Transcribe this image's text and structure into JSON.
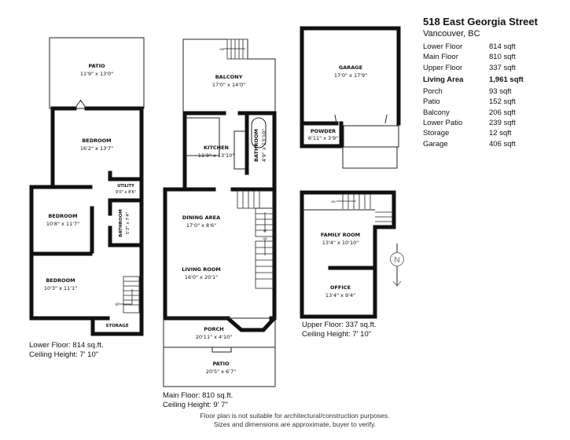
{
  "summary": {
    "address": "518 East Georgia Street",
    "city": "Vancouver, BC",
    "areas": [
      {
        "label": "Lower Floor",
        "value": "814 sqft"
      },
      {
        "label": "Main Floor",
        "value": "810 sqft"
      },
      {
        "label": "Upper Floor",
        "value": "337 sqft"
      }
    ],
    "living_area": {
      "label": "Living Area",
      "value": "1,961 sqft"
    },
    "other_areas": [
      {
        "label": "Porch",
        "value": "93 sqft"
      },
      {
        "label": "Patio",
        "value": "152 sqft"
      },
      {
        "label": "Balcony",
        "value": "206 sqft"
      },
      {
        "label": "Lower Patio",
        "value": "239 sqft"
      },
      {
        "label": "Storage",
        "value": "12 sqft"
      },
      {
        "label": "Garage",
        "value": "406 sqft"
      }
    ]
  },
  "lower_floor": {
    "caption": "Lower Floor: 814 sq.ft.",
    "ceiling": "Ceiling Height: 7' 10\"",
    "rooms": [
      {
        "name": "PATIO",
        "dims": "11'9\" x 13'0\""
      },
      {
        "name": "BEDROOM",
        "dims": "16'2\" x 13'7\""
      },
      {
        "name": "UTILITY",
        "dims": "9'0\" x 8'6\""
      },
      {
        "name": "BEDROOM",
        "dims": "10'8\" x 11'7\""
      },
      {
        "name": "BATHROOM",
        "dims": "5'3\" x 7'4\""
      },
      {
        "name": "BEDROOM",
        "dims": "10'3\" x 11'1\""
      },
      {
        "name": "STORAGE",
        "dims": ""
      }
    ],
    "stair_label": "UP"
  },
  "main_floor": {
    "caption": "Main Floor: 810 sq.ft.",
    "ceiling": "Ceiling Height: 9' 7\"",
    "rooms": [
      {
        "name": "BALCONY",
        "dims": "17'0\" x 14'0\""
      },
      {
        "name": "KITCHEN",
        "dims": "11'3\" x 13'10\""
      },
      {
        "name": "BATHROOM",
        "dims": "4'9\" x 13'10\""
      },
      {
        "name": "DINING AREA",
        "dims": "17'0\" x 8'6\""
      },
      {
        "name": "LIVING ROOM",
        "dims": "16'0\" x 20'1\""
      },
      {
        "name": "PORCH",
        "dims": "20'11\" x 4'10\""
      },
      {
        "name": "PATIO",
        "dims": "20'5\" x 6'7\""
      }
    ],
    "stair_labels": [
      "DN",
      "UP",
      "DN"
    ]
  },
  "garage": {
    "rooms": [
      {
        "name": "GARAGE",
        "dims": "17'0\" x 17'9\""
      },
      {
        "name": "POWDER",
        "dims": "6'11\" x 3'9\""
      }
    ]
  },
  "upper_floor": {
    "caption": "Upper Floor: 337 sq.ft.",
    "ceiling": "Ceiling Height: 7' 10\"",
    "rooms": [
      {
        "name": "FAMILY ROOM",
        "dims": "13'4\" x 10'10\""
      },
      {
        "name": "OFFICE",
        "dims": "13'4\" x 9'4\""
      }
    ],
    "stair_label": "DN"
  },
  "compass": {
    "label": "N"
  },
  "disclaimer": {
    "line1": "Floor plan is not suitable for architectural/construction purposes.",
    "line2": "Sizes and dimensions are approximate, buyer to verify."
  }
}
